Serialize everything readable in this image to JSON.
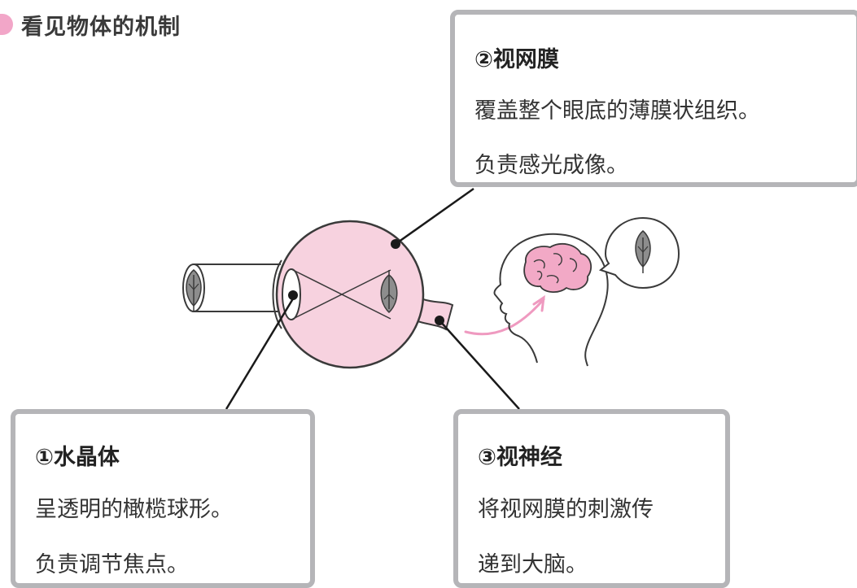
{
  "title": {
    "text": "看见物体的机制",
    "marker_color": "#f2a6c8"
  },
  "colors": {
    "eye_fill": "#f7d2df",
    "brain_fill": "#f2a9c6",
    "arrow": "#ef9ac0",
    "leaf": "#8d8d8d",
    "stroke": "#3a3a3a",
    "callout_border": "#b5b5b8"
  },
  "callouts": {
    "retina": {
      "title": "②视网膜",
      "lines": [
        "覆盖整个眼底的薄膜状组织。",
        "负责感光成像。"
      ]
    },
    "lens": {
      "title": "①水晶体",
      "lines": [
        "呈透明的橄榄球形。",
        "负责调节焦点。"
      ]
    },
    "optic_nerve": {
      "title": "③视神经",
      "lines": [
        "将视网膜的刺激传",
        "递到大脑。"
      ]
    }
  },
  "icons": [
    "leaf-icon",
    "eyeball",
    "brain-icon",
    "head-silhouette",
    "thought-bubble"
  ]
}
